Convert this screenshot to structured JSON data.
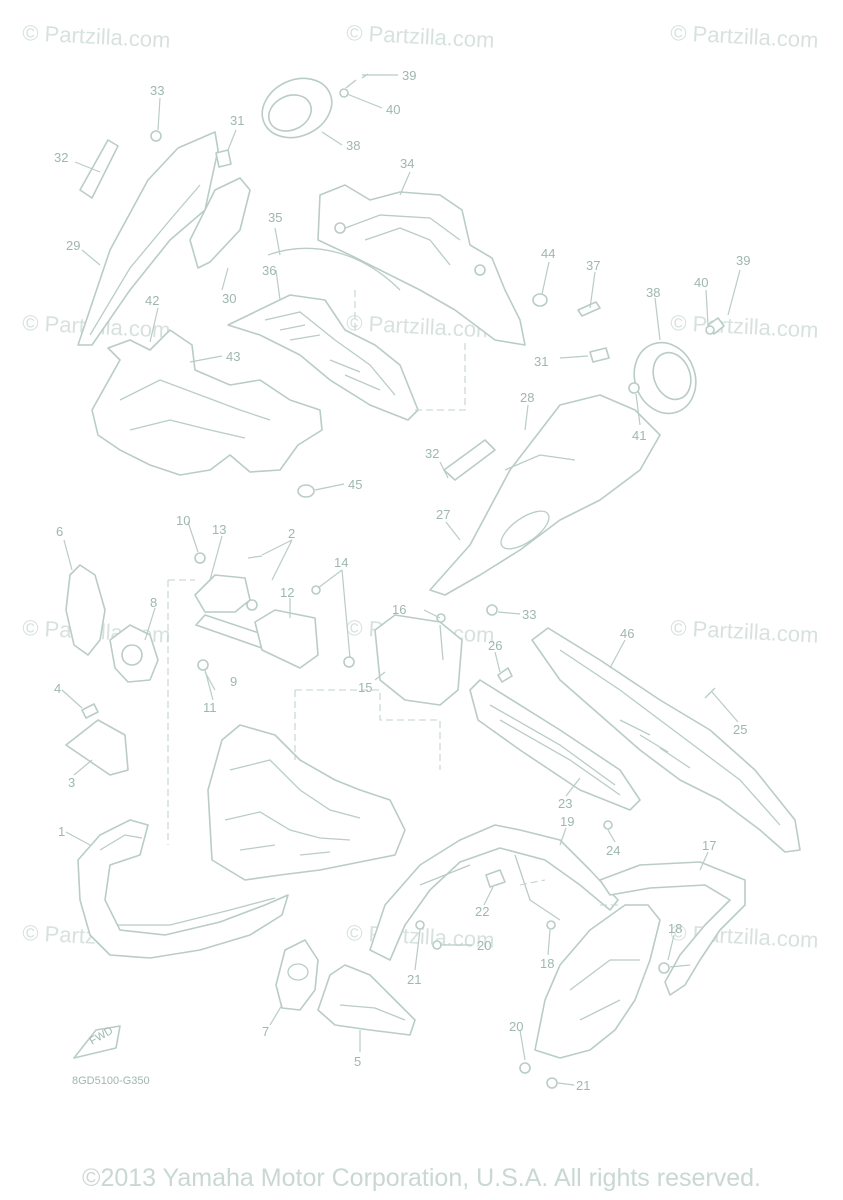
{
  "watermark": "© Partzilla.com",
  "diagram_code": "8GD5100-G350",
  "fwd_label": "FWD",
  "copyright": "©2013 Yamaha Motor Corporation, U.S.A. All rights reserved.",
  "callouts": [
    "1",
    "2",
    "3",
    "4",
    "5",
    "6",
    "7",
    "8",
    "9",
    "10",
    "11",
    "12",
    "13",
    "14",
    "15",
    "16",
    "17",
    "18",
    "19",
    "20",
    "21",
    "22",
    "23",
    "24",
    "25",
    "26",
    "27",
    "28",
    "29",
    "30",
    "31",
    "32",
    "33",
    "34",
    "35",
    "36",
    "37",
    "38",
    "39",
    "40",
    "41",
    "42",
    "43",
    "44",
    "45",
    "46"
  ],
  "colors": {
    "line": "#b9ccc6",
    "text": "#9fb7b0",
    "watermark": "#d7e2df"
  }
}
